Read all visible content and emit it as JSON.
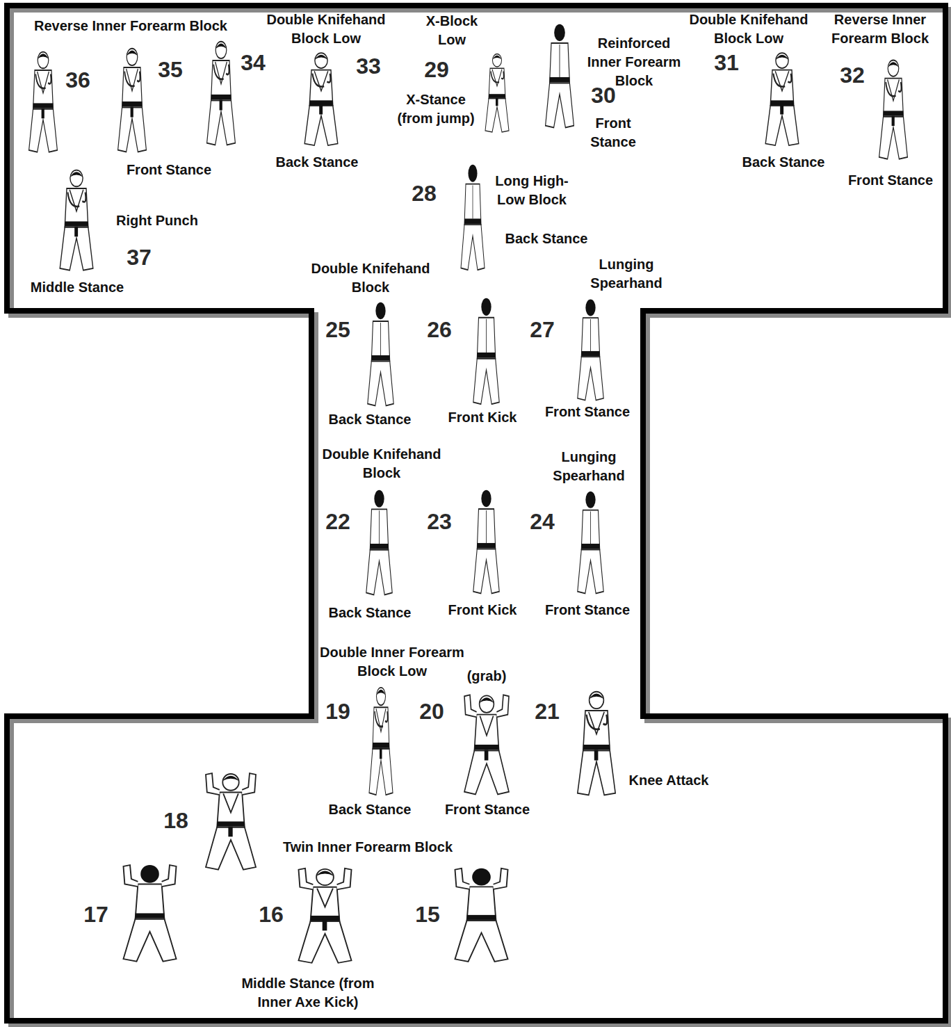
{
  "diagram": {
    "labels": [
      "Reverse Inner Forearm Block",
      "36",
      "35",
      "34",
      "Double Knifehand Block Low",
      "33",
      "X-Block Low",
      "29",
      "X-Stance (from jump)",
      "Reinforced Inner Forearm Block",
      "30",
      "Front Stance",
      "Double Knifehand Block Low",
      "31",
      "Reverse Inner Forearm Block",
      "32",
      "Back Stance",
      "Front Stance",
      "Front Stance",
      "Back Stance",
      "Right Punch",
      "37",
      "Middle Stance",
      "28",
      "Long High-Low Block",
      "Back Stance",
      "Double Knifehand Block",
      "Lunging Spearhand",
      "25",
      "26",
      "27",
      "Back Stance",
      "Front Kick",
      "Front Stance",
      "Double Knifehand Block",
      "Lunging Spearhand",
      "22",
      "23",
      "24",
      "Back Stance",
      "Front Kick",
      "Front Stance",
      "Double Inner Forearm Block Low",
      "(grab)",
      "19",
      "20",
      "21",
      "Knee Attack",
      "Back Stance",
      "Front Stance",
      "18",
      "Twin Inner Forearm Block",
      "17",
      "16",
      "15",
      "Middle Stance (from Inner Axe Kick)"
    ]
  }
}
